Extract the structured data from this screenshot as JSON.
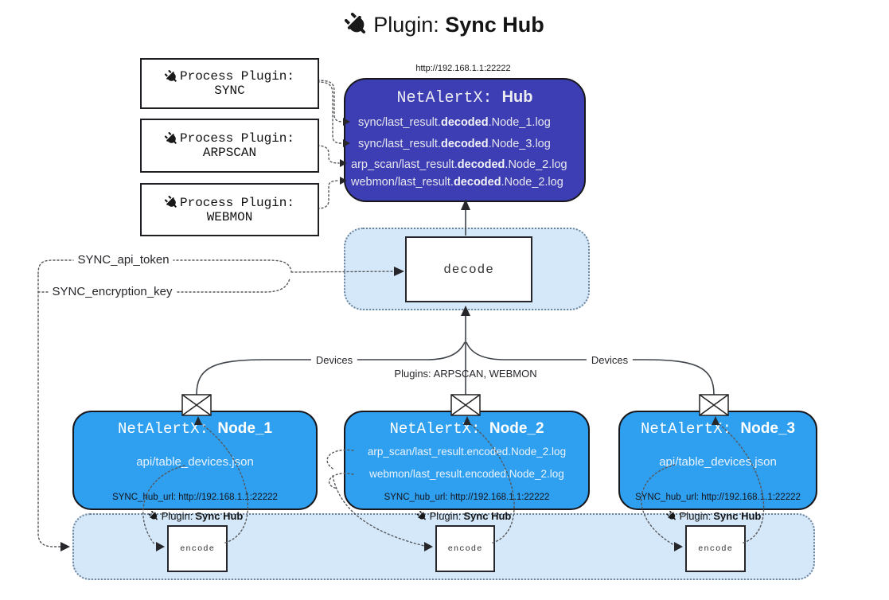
{
  "title": {
    "plain": "Plugin: ",
    "bold": "Sync Hub"
  },
  "hub": {
    "url": "http://192.168.1.1:22222",
    "name_prefix": "NetAlertX: ",
    "name": "Hub",
    "logs": [
      {
        "pre": "sync/last_result.",
        "bold": "decoded",
        "post": ".Node_1.log"
      },
      {
        "pre": "sync/last_result.",
        "bold": "decoded",
        "post": ".Node_3.log"
      },
      {
        "pre": "arp_scan/last_result.",
        "bold": "decoded",
        "post": ".Node_2.log"
      },
      {
        "pre": "webmon/last_result.",
        "bold": "decoded",
        "post": ".Node_2.log"
      }
    ]
  },
  "process_plugins": [
    {
      "label": "Process Plugin:",
      "name": "SYNC"
    },
    {
      "label": "Process Plugin:",
      "name": "ARPSCAN"
    },
    {
      "label": "Process Plugin:",
      "name": "WEBMON"
    }
  ],
  "keys": {
    "api_token": "SYNC_api_token",
    "encryption_key": "SYNC_encryption_key"
  },
  "decode": {
    "label": "decode"
  },
  "edges": {
    "devices_left": "Devices",
    "devices_right": "Devices",
    "plugins_mid": "Plugins: ARPSCAN, WEBMON"
  },
  "nodes": [
    {
      "name_prefix": "NetAlertX: ",
      "name": "Node_1",
      "files": [
        "api/table_devices.json"
      ],
      "hub_url": "SYNC_hub_url: http://192.168.1.1:22222"
    },
    {
      "name_prefix": "NetAlertX: ",
      "name": "Node_2",
      "files": [
        "arp_scan/last_result.encoded.Node_2.log",
        "webmon/last_result.encoded.Node_2.log"
      ],
      "hub_url": "SYNC_hub_url: http://192.168.1.1:22222"
    },
    {
      "name_prefix": "NetAlertX: ",
      "name": "Node_3",
      "files": [
        "api/table_devices.json"
      ],
      "hub_url": "SYNC_hub_url: http://192.168.1.1:22222"
    }
  ],
  "encode": {
    "label": "encode",
    "plugin_plain": "Plugin: ",
    "plugin_bold": "Sync Hub"
  },
  "colors": {
    "hub_bg": "#3e3eb4",
    "node_bg": "#2f9ff0",
    "panel_bg": "#d5e8fa",
    "panel_border": "#6d8399"
  }
}
